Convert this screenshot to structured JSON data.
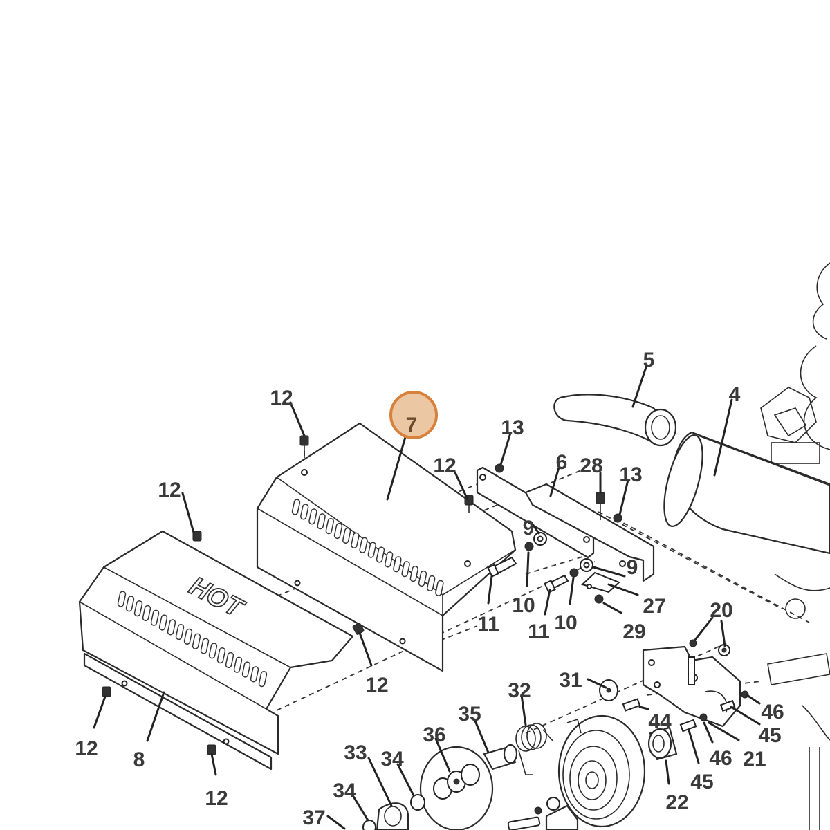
{
  "diagram": {
    "highlighted_callout": "7",
    "highlight_color": "#ecc7a4",
    "highlight_border_color": "#d7813c",
    "cover_embossed_text": "HOT",
    "callouts": [
      {
        "id": "c12a",
        "label": "12"
      },
      {
        "id": "c7",
        "label": "7"
      },
      {
        "id": "c13a",
        "label": "13"
      },
      {
        "id": "c5",
        "label": "5"
      },
      {
        "id": "c4",
        "label": "4"
      },
      {
        "id": "c12b",
        "label": "12"
      },
      {
        "id": "c6",
        "label": "6"
      },
      {
        "id": "c28",
        "label": "28"
      },
      {
        "id": "c13b",
        "label": "13"
      },
      {
        "id": "c12c",
        "label": "12"
      },
      {
        "id": "c9a",
        "label": "9"
      },
      {
        "id": "c9b",
        "label": "9"
      },
      {
        "id": "c27",
        "label": "27"
      },
      {
        "id": "c10a",
        "label": "10"
      },
      {
        "id": "c11a",
        "label": "11"
      },
      {
        "id": "c11b",
        "label": "11"
      },
      {
        "id": "c10b",
        "label": "10"
      },
      {
        "id": "c29",
        "label": "29"
      },
      {
        "id": "c20",
        "label": "20"
      },
      {
        "id": "c12d",
        "label": "12"
      },
      {
        "id": "c31",
        "label": "31"
      },
      {
        "id": "c32",
        "label": "32"
      },
      {
        "id": "c44",
        "label": "44"
      },
      {
        "id": "c46a",
        "label": "46"
      },
      {
        "id": "c45a",
        "label": "45"
      },
      {
        "id": "c35",
        "label": "35"
      },
      {
        "id": "c36",
        "label": "36"
      },
      {
        "id": "c46b",
        "label": "46"
      },
      {
        "id": "c21",
        "label": "21"
      },
      {
        "id": "c12e",
        "label": "12"
      },
      {
        "id": "c8",
        "label": "8"
      },
      {
        "id": "c12f",
        "label": "12"
      },
      {
        "id": "c33",
        "label": "33"
      },
      {
        "id": "c34a",
        "label": "34"
      },
      {
        "id": "c45b",
        "label": "45"
      },
      {
        "id": "c22",
        "label": "22"
      },
      {
        "id": "c34b",
        "label": "34"
      },
      {
        "id": "c37",
        "label": "37"
      }
    ]
  }
}
